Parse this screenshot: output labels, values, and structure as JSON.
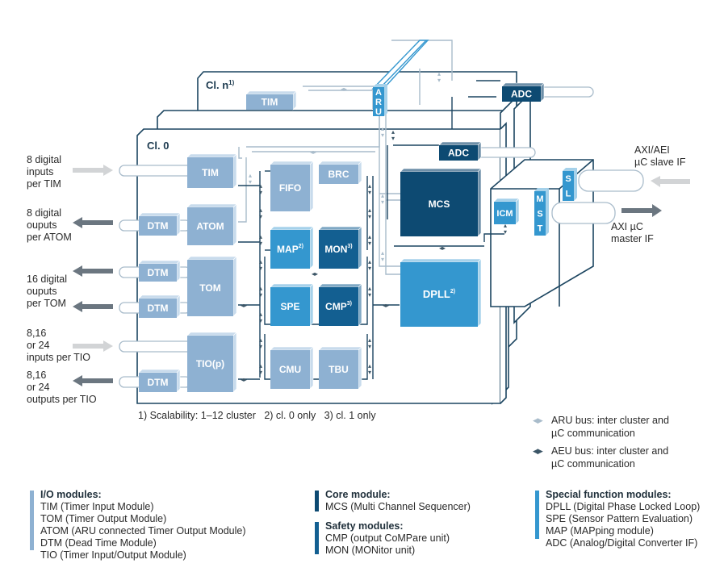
{
  "colors": {
    "io": "#8eb1d2",
    "io_side": "#c8dbec",
    "special": "#3497cf",
    "special_side": "#a5d1ea",
    "core": "#0d4a72",
    "core_side": "#6d8fa8",
    "safety": "#135f91",
    "safety_side": "#7fa8c4",
    "frame": "#1c4560",
    "aru_bus": "#a9bccb",
    "aeu_bus": "#3b5566",
    "arrow_in": "#d2d4d6",
    "arrow_out": "#6b7680"
  },
  "clusters": {
    "cl0": "Cl. 0",
    "cln": "Cl. n",
    "cln_sup": "1)"
  },
  "modules": {
    "tim_n": "TIM",
    "tim": "TIM",
    "atom": "ATOM",
    "tom": "TOM",
    "tio": "TIO(p)",
    "dtm": "DTM",
    "fifo": "FIFO",
    "brc": "BRC",
    "map": "MAP",
    "map_sup": "2)",
    "mon": "MON",
    "mon_sup": "3)",
    "spe": "SPE",
    "cmp": "CMP",
    "cmp_sup": "3)",
    "cmu": "CMU",
    "tbu": "TBU",
    "mcs": "MCS",
    "dpll": "DPLL",
    "dpll_sup": "2)",
    "adc": "ADC",
    "icm": "ICM",
    "aru_letters": [
      "A",
      "R",
      "U"
    ],
    "mst_letters": [
      "M",
      "S",
      "T"
    ],
    "sl_letters": [
      "S",
      "L"
    ]
  },
  "io_labels": {
    "tim": [
      "8 digital",
      "inputs",
      "per TIM"
    ],
    "atom": [
      "8 digital",
      "ouputs",
      "per ATOM"
    ],
    "tom": [
      "16 digital",
      "ouputs",
      "per TOM"
    ],
    "tio_in": [
      "8,16",
      "or 24",
      "inputs per TIO"
    ],
    "tio_out": [
      "8,16",
      "or 24",
      "outputs per TIO"
    ],
    "axi_slave": [
      "AXI/AEI",
      "µC slave IF"
    ],
    "axi_master": [
      "AXI µC",
      "master IF"
    ]
  },
  "footnote": "1) Scalability: 1–12 cluster   2) cl. 0 only   3) cl. 1 only",
  "bus_legend": [
    {
      "name": "ARU bus",
      "line1": "ARU bus: inter cluster and",
      "line2": "µC communication"
    },
    {
      "name": "AEU bus",
      "line1": "AEU bus: inter cluster and",
      "line2": "µC communication"
    }
  ],
  "legend": {
    "io": {
      "title": "I/O modules:",
      "items": [
        "TIM (Timer Input Module)",
        "TOM (Timer Output Module)",
        "ATOM (ARU connected Timer Output Module)",
        "DTM (Dead Time Module)",
        "TIO (Timer Input/Output Module)"
      ]
    },
    "core": {
      "title": "Core module:",
      "items": [
        "MCS (Multi Channel Sequencer)"
      ]
    },
    "safety": {
      "title": "Safety modules:",
      "items": [
        "CMP (output CoMPare unit)",
        "MON (MONitor unit)"
      ]
    },
    "special": {
      "title": "Special function modules:",
      "items": [
        "DPLL (Digital Phase Locked Loop)",
        "SPE (Sensor Pattern Evaluation)",
        "MAP (MAPping module)",
        "ADC (Analog/Digital Converter IF)"
      ]
    }
  }
}
